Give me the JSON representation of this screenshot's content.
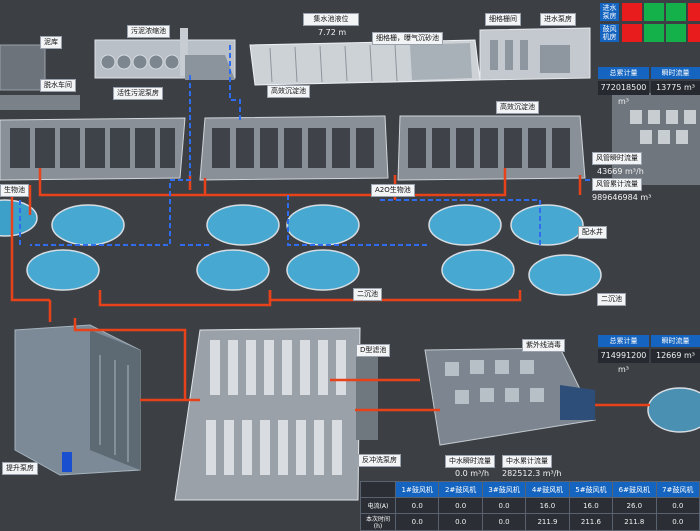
{
  "labels": {
    "mud_storage": "泥库",
    "sludge_thickening": "污泥浓缩池",
    "dewatering_room": "脱水车间",
    "activated_sludge_pump": "活性污泥泵房",
    "water_level_title": "集水池液位",
    "water_level_value": "7.72 m",
    "coarse_screen": "细格栅，曝气沉砂池",
    "fine_screen": "细格栅间",
    "inlet_pump": "进水泵房",
    "hr_settling_1": "高效沉淀池",
    "hr_settling_2": "高效沉淀池",
    "ao_bio_tank_left": "生物池",
    "ao_bio_tank": "A2O生物池",
    "distribution_well": "配水井",
    "secondary_clarifier_1": "二沉池",
    "secondary_clarifier_2": "二沉池",
    "d_filter": "D型滤池",
    "uv_disinfection": "紫外线消毒",
    "lift_pump_room": "提升泵房",
    "backwash_pump_room": "反冲洗泵房"
  },
  "status_panel": {
    "rows": [
      {
        "label": "进水泵房",
        "states": [
          "red",
          "green",
          "green",
          "red"
        ]
      },
      {
        "label": "鼓风机房",
        "states": [
          "red",
          "green",
          "green",
          "red"
        ]
      }
    ],
    "colors": {
      "red": "#e81c1c",
      "green": "#14b04a"
    }
  },
  "flow_top": {
    "header_total": "总累计量",
    "header_instant": "瞬时流量",
    "total": "772018500 m³",
    "instant": "13775 m³"
  },
  "air_flow": {
    "instant_label": "风管瞬时流量",
    "instant_value": "43669 m³/h",
    "total_label": "风管累计流量",
    "total_value": "989646984 m³"
  },
  "flow_mid": {
    "header_total": "总累计量",
    "header_instant": "瞬时流量",
    "total": "714991200 m³",
    "instant": "12669 m³"
  },
  "middle_water": {
    "instant_label": "中水瞬时流量",
    "total_label": "中水累计流量",
    "instant_value": "0.0 m³/h",
    "total_value": "282512.3 m³/h"
  },
  "fan_table": {
    "row_headers": [
      "电流(A)",
      "本次时间(h)"
    ],
    "columns": [
      {
        "name": "1#鼓风机",
        "current": "0.0",
        "time": "0.0"
      },
      {
        "name": "2#鼓风机",
        "current": "0.0",
        "time": "0.0"
      },
      {
        "name": "3#鼓风机",
        "current": "0.0",
        "time": "0.0"
      },
      {
        "name": "4#鼓风机",
        "current": "16.0",
        "time": "211.9"
      },
      {
        "name": "5#鼓风机",
        "current": "16.0",
        "time": "211.6"
      },
      {
        "name": "6#鼓风机",
        "current": "26.0",
        "time": "211.8"
      },
      {
        "name": "7#鼓风机",
        "current": "0.0",
        "time": "0.0"
      }
    ]
  },
  "colors": {
    "pipe_red": "#e8421b",
    "pipe_blue": "#2f6cf0",
    "accent_blue": "#1565c0"
  }
}
